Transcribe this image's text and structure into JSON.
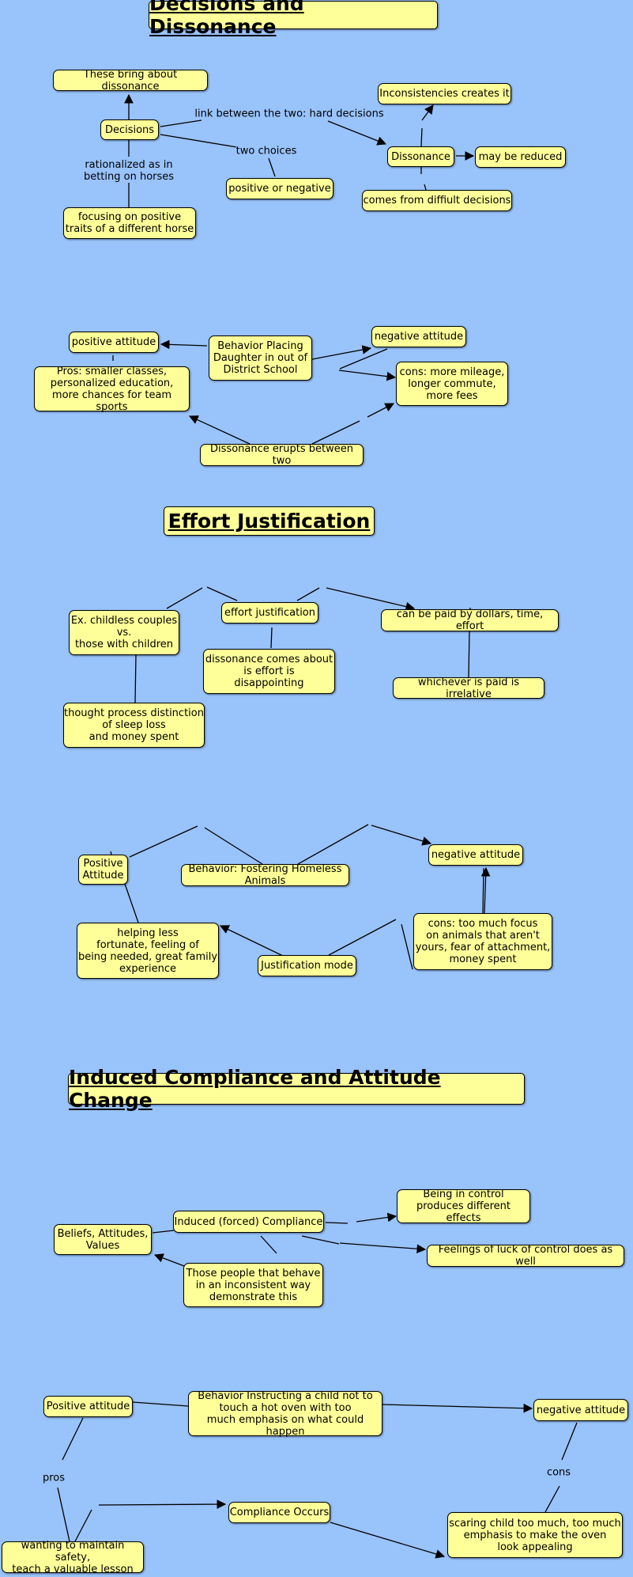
{
  "titles": {
    "decisions": "Decisions and Dissonance",
    "effort": "Effort Justification",
    "induced": "Induced Compliance and Attitude Change"
  },
  "map1": {
    "decisions": "Decisions",
    "bring": "These bring about dissonance",
    "focusing": "focusing on positive\ntraits of a different horse",
    "posneg": "positive or negative",
    "dissonance": "Dissonance",
    "inconsistencies": "Inconsistencies creates it",
    "reduced": "may be reduced",
    "difficult": "comes from diffiult decisions",
    "lbl_link": "link between the two: hard decisions",
    "lbl_choices": "two choices",
    "lbl_rational": "rationalized as in\nbetting on horses"
  },
  "map2": {
    "posatt": "positive attitude",
    "pros": "Pros: smaller classes,\npersonalized education,\nmore chances for team sports",
    "behavior": "Behavior Placing\nDaughter in out of\nDistrict School",
    "negatt": "negative attitude",
    "cons": "cons: more mileage,\nlonger commute,\nmore fees",
    "erupts": "Dissonance erupts between two"
  },
  "map3": {
    "childless": "Ex. childless couples\nvs.\nthose with children",
    "effort": "effort justification",
    "paid": "can be paid by dollars, time, effort",
    "comes": "dissonance comes about\nis effort is\ndisappointing",
    "irrelative": "whichever is paid is irrelative",
    "thought": "thought process distinction\nof sleep loss\nand money spent"
  },
  "map4": {
    "positive": "Positive\nAttitude",
    "fostering": "Behavior: Fostering Homeless Animals",
    "negatt": "negative attitude",
    "helping": "helping less\nfortunate, feeling of\nbeing needed, great family\nexperience",
    "justif": "Justification mode",
    "cons": "cons: too much focus\non animals that aren't\nyours, fear of attachment,\nmoney spent"
  },
  "map5": {
    "beliefs": "Beliefs, Attitudes,\nValues",
    "induced": "Induced (forced) Compliance",
    "control": "Being in control\nproduces different effects",
    "luck": "Feelings of luck of control does as well",
    "those": "Those people that behave\nin an inconsistent way\ndemonstrate this"
  },
  "map6": {
    "posatt": "Positive attitude",
    "behavior": "Behavior Instructing a child not to\ntouch a hot oven with too\nmuch emphasis on what could happen",
    "negatt": "negative attitude",
    "compliance": "Compliance Occurs",
    "wanting": "wanting to maintain safety,\nteach a valuable lesson",
    "scaring": "scaring child too much, too much\nemphasis to make the oven\nlook appealing",
    "lbl_pros": "pros",
    "lbl_cons": "cons"
  }
}
